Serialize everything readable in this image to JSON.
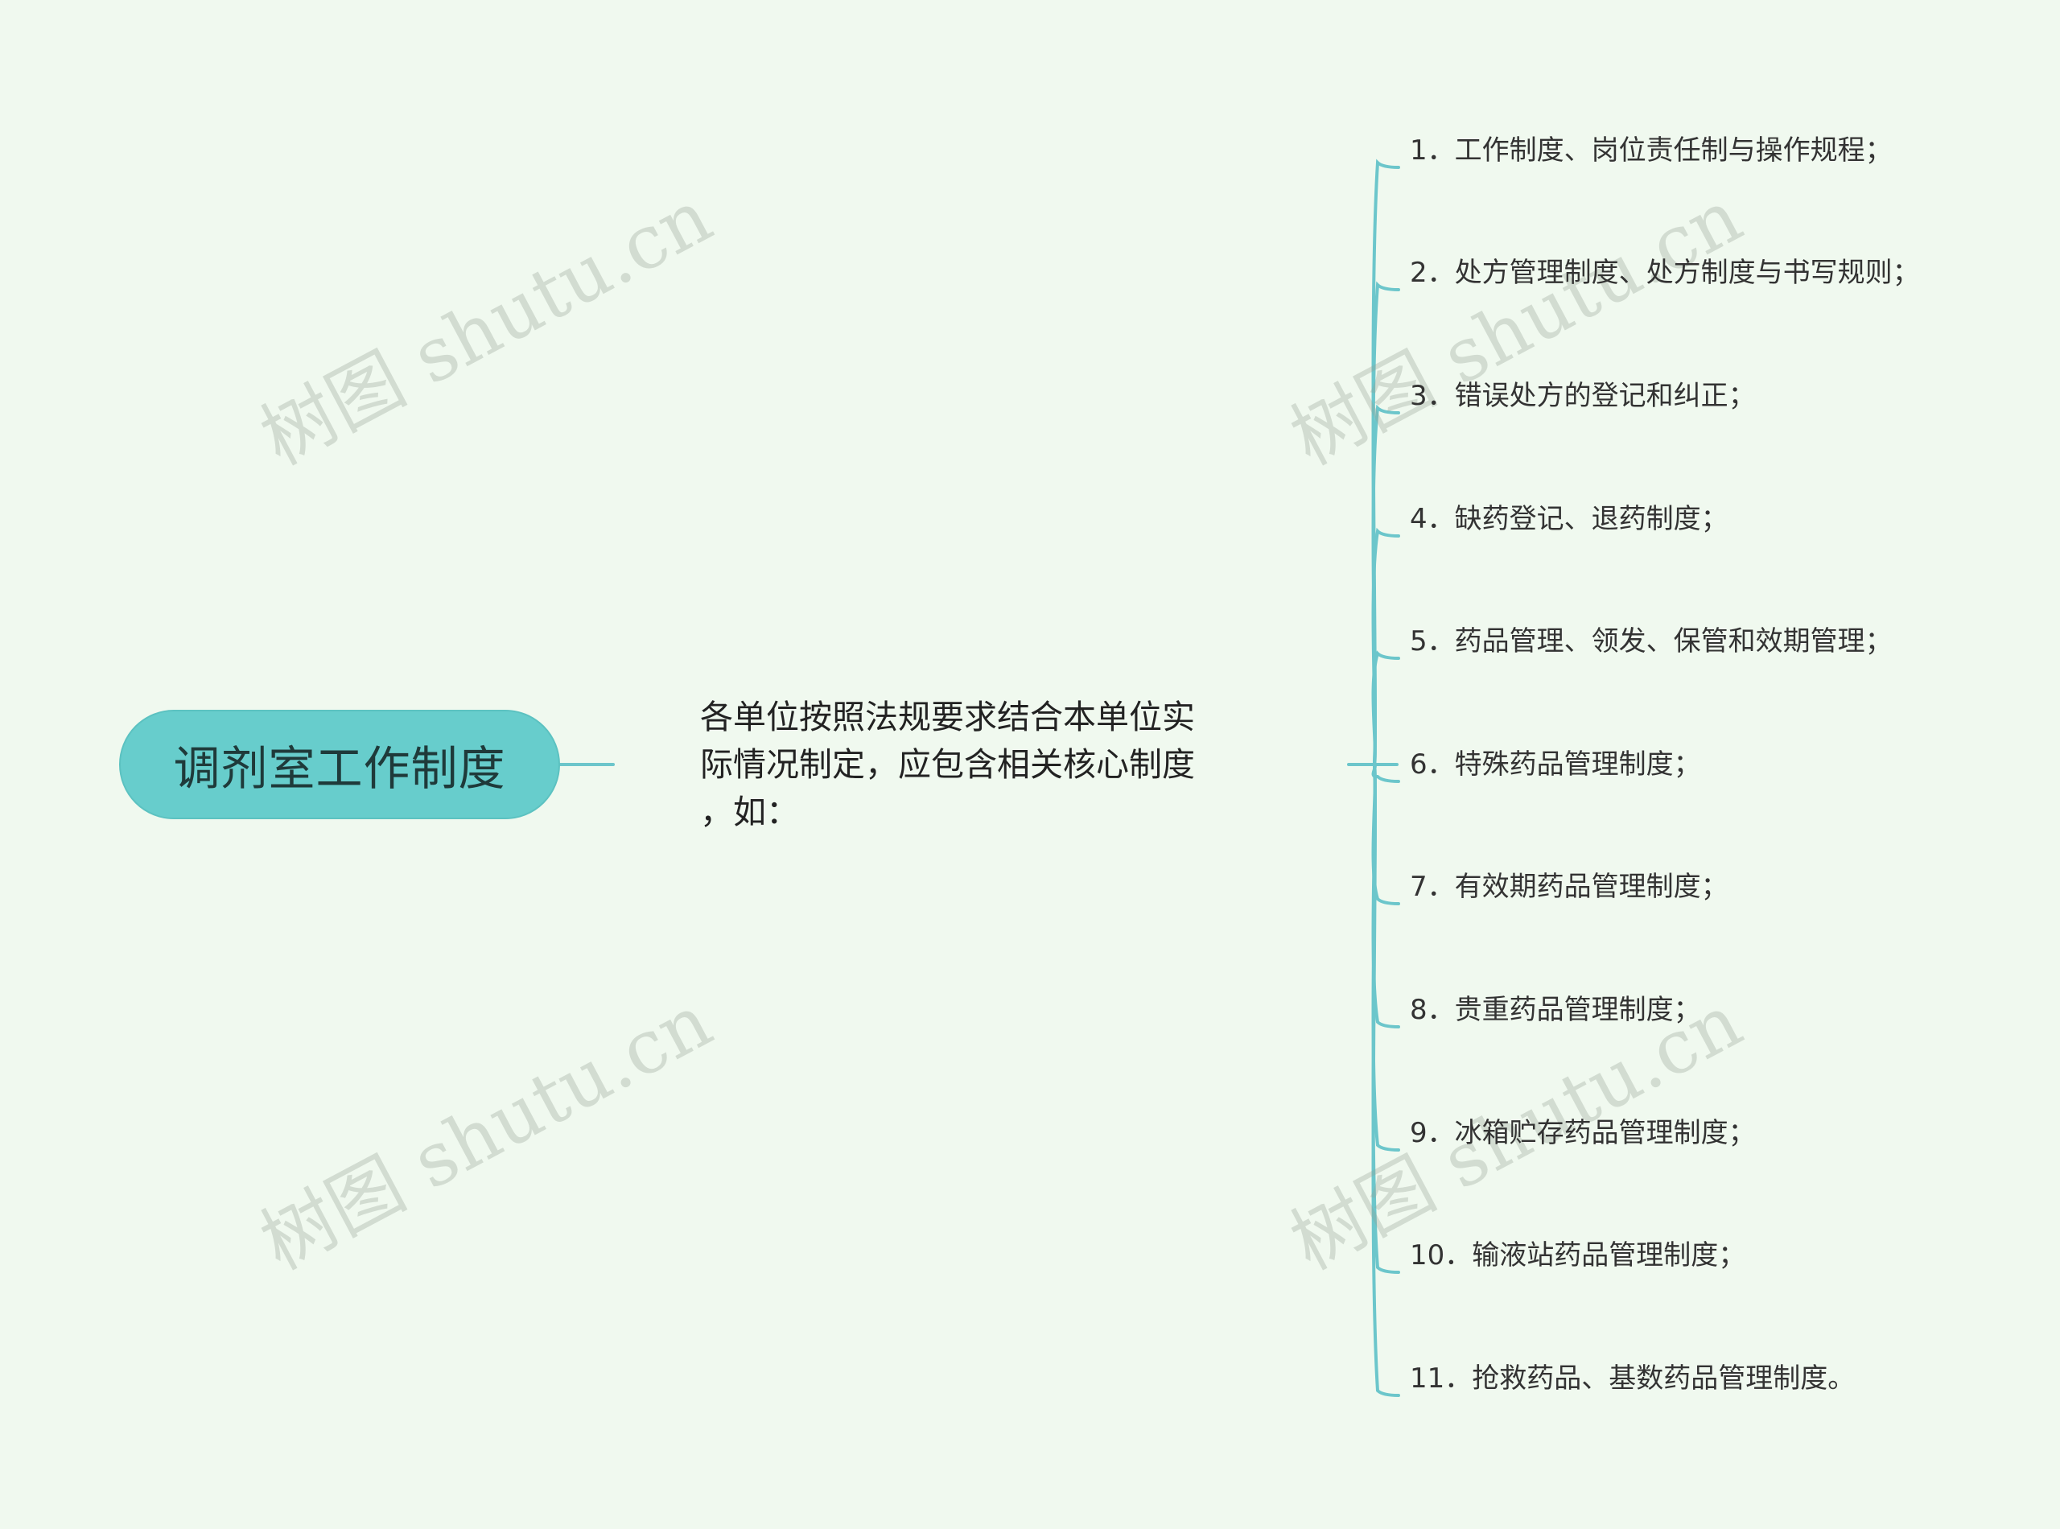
{
  "root": {
    "label": "调剂室工作制度"
  },
  "middle": {
    "lines": [
      "各单位按照法规要求结合本单位实",
      "际情况制定，应包含相关核心制度",
      "，如："
    ]
  },
  "leaves": [
    "1．工作制度、岗位责任制与操作规程；",
    "2．处方管理制度、处方制度与书写规则；",
    "3．错误处方的登记和纠正；",
    "4．缺药登记、退药制度；",
    "5．药品管理、领发、保管和效期管理；",
    "6．特殊药品管理制度；",
    "7．有效期药品管理制度；",
    "8．贵重药品管理制度；",
    "9．冰箱贮存药品管理制度；",
    "10．输液站药品管理制度；",
    "11．抢救药品、基数药品管理制度。"
  ],
  "watermark": {
    "text": "树图 shutu.cn"
  },
  "colors": {
    "background": "#f0f9ef",
    "root_fill": "#67cdcc",
    "connector": "#6cc6cb"
  }
}
